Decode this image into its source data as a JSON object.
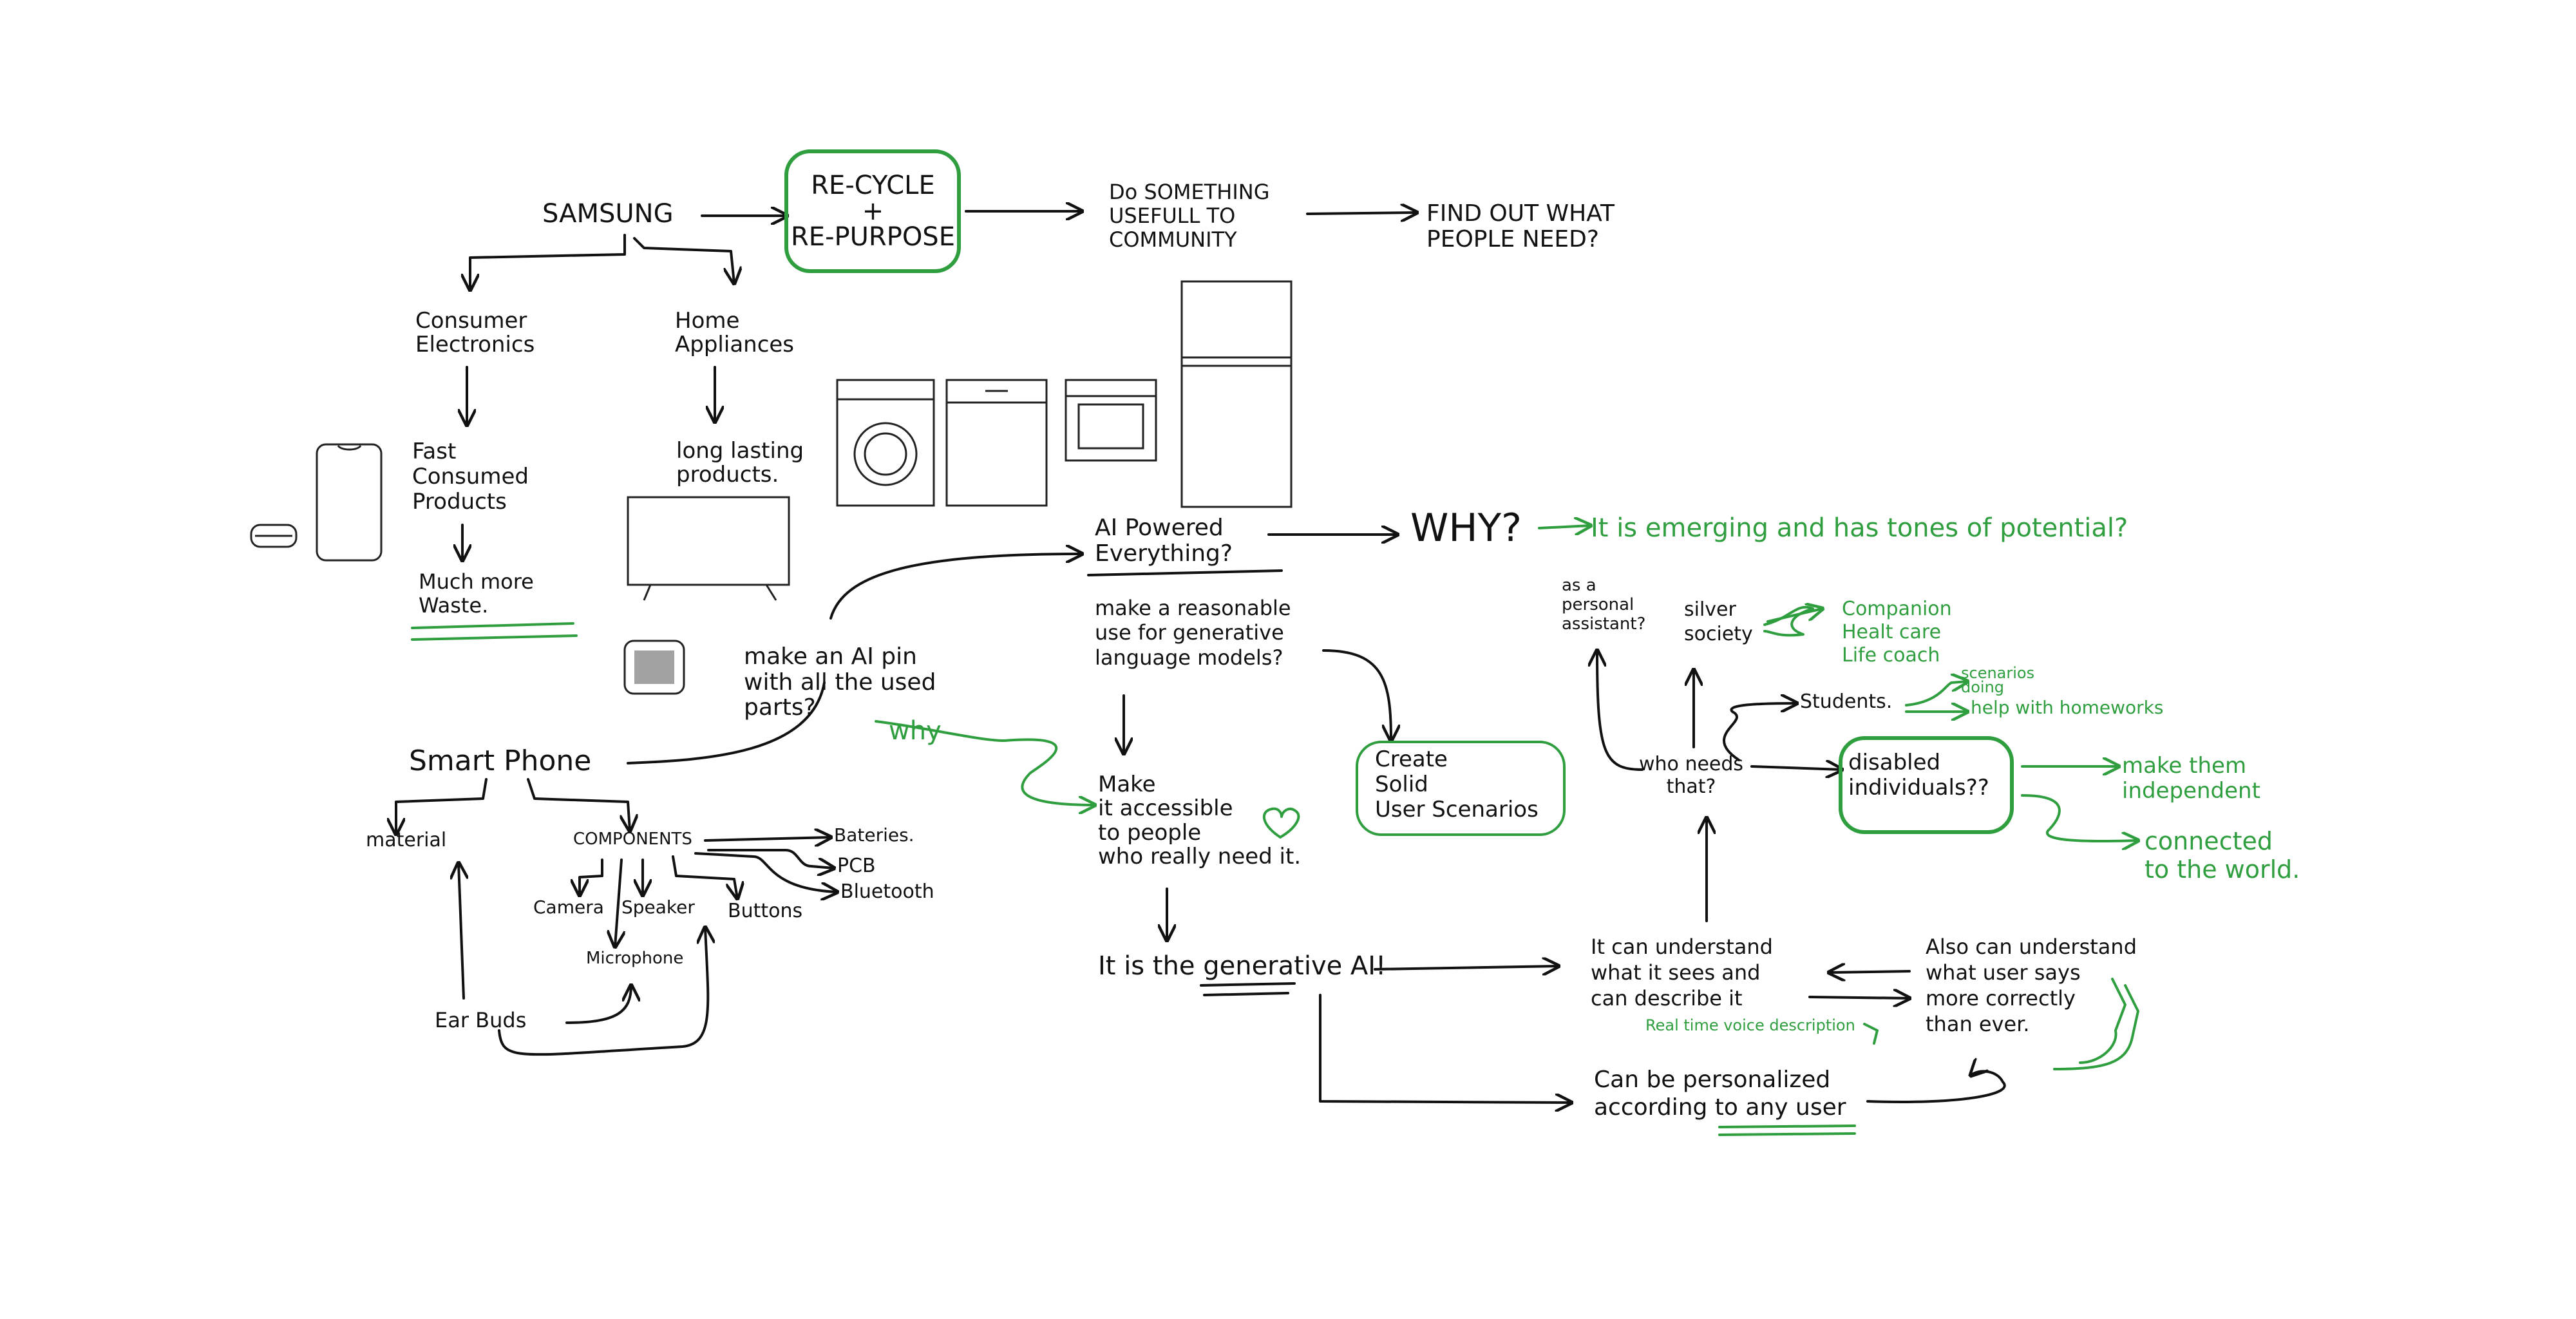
{
  "colors": {
    "ink": "#111111",
    "accent_green": "#2f9e3f",
    "background": "#ffffff"
  },
  "nodes": {
    "samsung": "SAMSUNG",
    "recycle": "RE-CYCLE\n+\nRE-PURPOSE",
    "do_something": "Do SOMETHING\nUSEFULL TO\nCOMMUNITY",
    "find_out": "FIND OUT WHAT\nPEOPLE NEED?",
    "consumer_electronics": "Consumer\nElectronics",
    "home_appliances": "Home\nAppliances",
    "fast_consumed": "Fast\nConsumed\nProducts",
    "long_lasting": "long lasting\nproducts.",
    "much_more_waste": "Much more\nWaste.",
    "ai_powered": "AI Powered\nEverything?",
    "why": "WHY?",
    "emerging": "It is emerging and has tones of potential?",
    "reasonable_use": "make a reasonable\nuse for generative\nlanguage models?",
    "create_scenarios": "Create\nSolid\nUser Scenarios",
    "ai_pin": "make an AI pin\nwith all the used\nparts?",
    "why_green": "why",
    "make_accessible": "Make\nit accessible\nto people\nwho really need it.",
    "smart_phone": "Smart Phone",
    "material": "material",
    "components": "COMPONENTS",
    "batteries": "Bateries.",
    "pcb": "PCB",
    "bluetooth": "Bluetooth",
    "camera": "Camera",
    "speaker": "Speaker",
    "buttons": "Buttons",
    "microphone": "Microphone",
    "ear_buds": "Ear Buds",
    "generative_ai": "It is the generative AI!",
    "personal_assistant": "as a\npersonal\nassistant?",
    "silver_society": "silver\nsociety",
    "companion": "Companion\nHealt care\nLife coach",
    "students": "Students.",
    "scenarios_green": "scenarios\ndoing",
    "homeworks": "help with homeworks",
    "who_needs": "who needs\nthat?",
    "disabled": "disabled\nindividuals??",
    "independent": "make them\nindependent",
    "connected": "connected\nto the world.",
    "understand_sees": "It can understand\nwhat it sees and\ncan describe it",
    "real_time_voice": "Real time voice description",
    "understand_says": "Also can understand\nwhat user says\nmore correctly\nthan ever.",
    "personalized": "Can be personalized\naccording to any user"
  }
}
